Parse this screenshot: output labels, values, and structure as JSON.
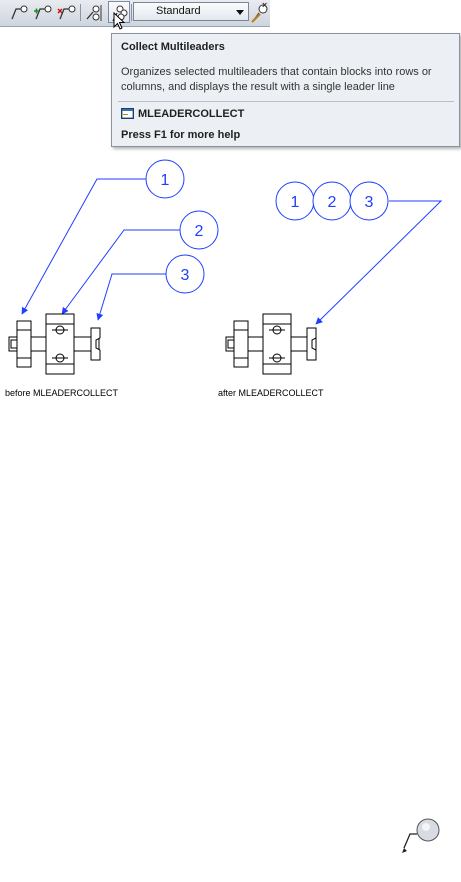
{
  "toolbar": {
    "style_select_value": "Standard",
    "buttons": [
      "multileader-icon",
      "add-leader-icon",
      "remove-leader-icon",
      "align-multileaders-icon",
      "collect-multileaders-icon",
      "multileader-style-icon"
    ],
    "close": "×"
  },
  "tooltip": {
    "title": "Collect Multileaders",
    "description": "Organizes selected multileaders that contain blocks into rows or columns, and displays the result with a single leader line",
    "command": "MLEADERCOLLECT",
    "help": "Press F1 for more help"
  },
  "drawing": {
    "before_balloons": [
      "1",
      "2",
      "3"
    ],
    "after_balloons": [
      "1",
      "2",
      "3"
    ],
    "before_caption": "before MLEADERCOLLECT",
    "after_caption": "after MLEADERCOLLECT"
  },
  "colors": {
    "leader": "#1f3fff",
    "balloon_fill": "#ffffff"
  }
}
